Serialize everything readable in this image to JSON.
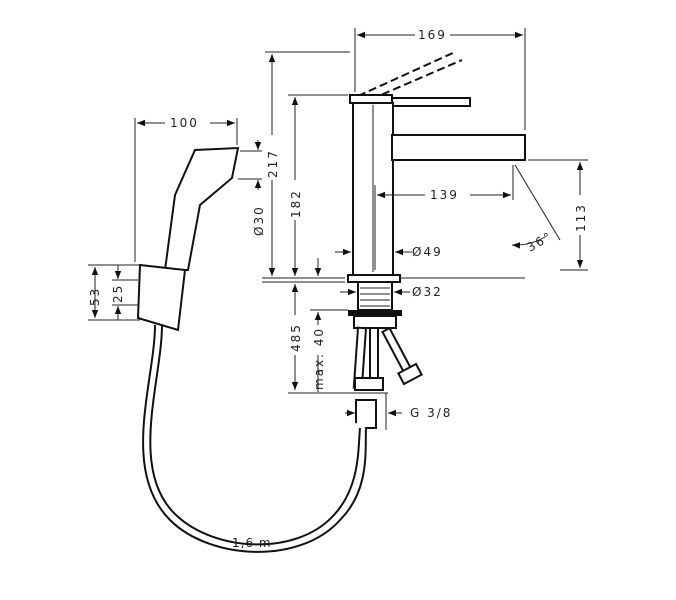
{
  "title": "Faucet with bidet hand shower dimension drawing",
  "dimensions": {
    "width_total": "169",
    "shower_width": "100",
    "height_total": "217",
    "height_body": "182",
    "shower_diameter": "Ø30",
    "spout_reach": "139",
    "spout_height": "113",
    "spout_angle": "36°",
    "body_diameter": "Ø49",
    "thread_diameter": "Ø32",
    "holder_height": "53",
    "holder_inner": "25",
    "under_counter": "485",
    "counter_thickness": "max. 40",
    "connection": "G 3/8",
    "hose_length": "1,6 m"
  }
}
